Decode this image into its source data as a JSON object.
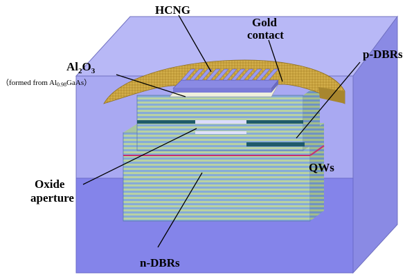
{
  "labels": {
    "hcng": "HCNG",
    "gold_contact_line1": "Gold",
    "gold_contact_line2": "contact",
    "p_dbrs": "p-DBRs",
    "al2o3_prefix": "Al",
    "al2o3_sub1": "2",
    "al2o3_mid": "O",
    "al2o3_sub2": "3",
    "al2o3_note_prefix": "（formed from Al",
    "al2o3_note_sub": "0.98",
    "al2o3_note_suffix": "GaAs）",
    "qws": "QWs",
    "oxide_line1": "Oxide",
    "oxide_line2": "aperture",
    "n_dbrs": "n-DBRs"
  },
  "colors": {
    "substrate_front": "#8c8cf0",
    "substrate_top": "#b4b4f8",
    "substrate_side": "#6e6ed8",
    "dbr_stripe_a": "#7fa6d6",
    "dbr_stripe_b": "#b8d0a0",
    "gold": "#c9a640",
    "gold_dark": "#a88530",
    "grating": "#8e8ee6",
    "oxide_layer": "#1f5a6a",
    "qw_line": "#c0306a",
    "aperture": "#dcdcff",
    "al2o3_cap": "#f0f0e0"
  }
}
